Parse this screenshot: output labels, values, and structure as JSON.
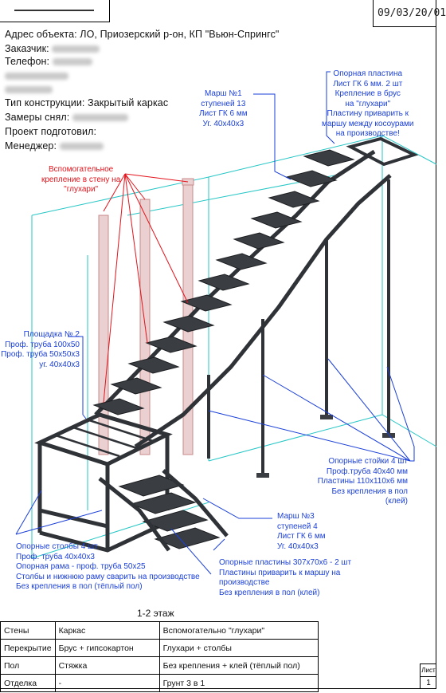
{
  "header": {
    "date": "09/03/20/01"
  },
  "object_info": {
    "address": "Адрес объекта: ЛО, Приозерский р-он, КП \"Вьюн-Спрингс\"",
    "customer_label": "Заказчик:",
    "phone_label": "Телефон:",
    "construction_type": "Тип конструкции: Закрытый каркас",
    "measured_label": "Замеры снял:",
    "prepared_label": "Проект подготовил:",
    "manager_label": "Менеджер:"
  },
  "annotations": {
    "march1": [
      "Марш №1",
      "ступеней 13",
      "Лист ГК 6 мм",
      "Уг. 40х40х3"
    ],
    "support_plate": [
      "Опорная пластина",
      "Лист ГК 6 мм.  2 шт",
      "Крепление в брус",
      "на \"глухари\"",
      "Пластину приварить к",
      "маршу между косоурами",
      "на производстве!"
    ],
    "aux_mount": [
      "Вспомогательное",
      "крепление в стену на",
      "\"глухари\""
    ],
    "landing2": [
      "Площадка № 2",
      "Проф. труба 100х50",
      "Проф. труба 50х50х3",
      "уг. 40х40х3"
    ],
    "support_posts": [
      "Опорные стойки 4 шт",
      "Проф.труба 40х40 мм",
      "Пластины 110х110х6 мм",
      "Без крепления в пол",
      "(клей)"
    ],
    "march3": [
      "Марш №3",
      "ступеней 4",
      "Лист ГК 6 мм",
      "Уг. 40х40х3"
    ],
    "support_plates2": [
      "Опорные пластины 307х70х6 - 2 шт",
      "Пластины приварить к маршу на",
      "производстве",
      "Без крепления в пол (клей)"
    ],
    "support_columns": [
      "Опорные столбы 4 шт",
      "Проф. труба 40х40х3",
      "Опорная рама - проф. труба 50х25",
      "Столбы и нижнюю раму сварить на производстве",
      "Без крепления в пол (тёплый пол)"
    ]
  },
  "floor_label": "1-2 этаж",
  "spec_table": [
    [
      "Стены",
      "Каркас",
      "Вспомогательно \"глухари\""
    ],
    [
      "Перекрытие",
      "Брус + гипсокартон",
      "Глухари + столбы"
    ],
    [
      "Пол",
      "Стяжка",
      "Без крепления + клей (тёплый пол)"
    ],
    [
      "Отделка",
      "-",
      "Грунт 3 в 1"
    ]
  ],
  "sheet": {
    "label": "Лист",
    "number": "1"
  },
  "colors": {
    "annotation_blue": "#1a3fd8",
    "annotation_red": "#e3131b",
    "steel": "#2f3236",
    "wall_line": "#26c6c6",
    "beam_pink": "#e0a0a0"
  }
}
